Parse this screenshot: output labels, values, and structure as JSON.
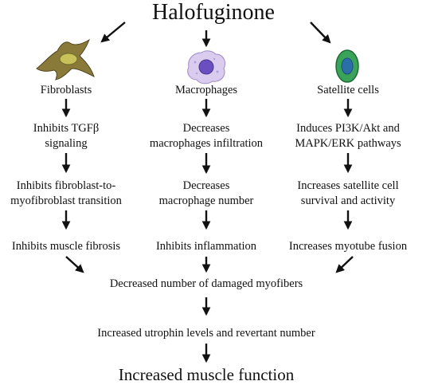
{
  "title": "Halofuginone",
  "columns": [
    {
      "header": "Fibroblasts",
      "icon": "fibroblast-cell-icon",
      "steps": [
        "Inhibits TGFβ",
        "signaling",
        "Inhibits fibroblast-to-",
        "myofibroblast transition",
        "Inhibits muscle fibrosis"
      ]
    },
    {
      "header": "Macrophages",
      "icon": "macrophage-cell-icon",
      "steps": [
        "Decreases",
        "macrophages infiltration",
        "Decreases",
        "macrophage number",
        "Inhibits inflammation"
      ]
    },
    {
      "header": "Satellite cells",
      "icon": "satellite-cell-icon",
      "steps": [
        "Induces PI3K/Akt and",
        "MAPK/ERK pathways",
        "Increases satellite cell",
        "survival and activity",
        "Increases myotube fusion"
      ]
    }
  ],
  "converge": "Decreased number of damaged myofibers",
  "next": "Increased utrophin levels and revertant number",
  "final": "Increased muscle function",
  "colors": {
    "text": "#111111",
    "arrow": "#111111",
    "fibroblast": "#8a7a3a",
    "macrophage": "#7a5ec4",
    "satellite": "#2f8f4a"
  }
}
